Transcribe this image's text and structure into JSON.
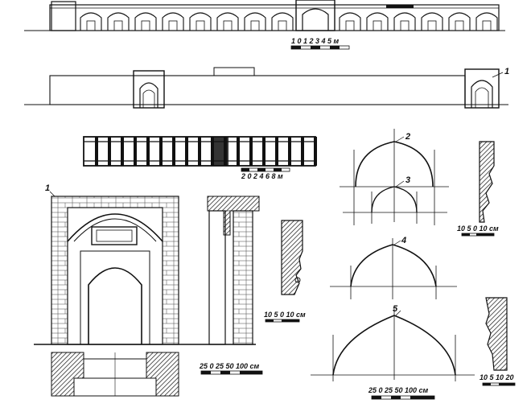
{
  "sheet": {
    "scale_top": "1 0 1 2 3 4 5 м",
    "scale_plan": "2 0 2 4 6 8 м",
    "scale_portal": "25 0 25 50 100 см",
    "scale_profile_1": "10 5 0 10 см",
    "scale_profile_2": "10 5 0 10 см",
    "scale_arches": "25 0 25 50 100 см",
    "scale_profile_3": "10 5 10 20",
    "callouts": {
      "portal_east": "1",
      "portal_detail": "1",
      "arch_2": "2",
      "arch_3": "3",
      "arch_4": "4",
      "arch_5": "5"
    }
  }
}
